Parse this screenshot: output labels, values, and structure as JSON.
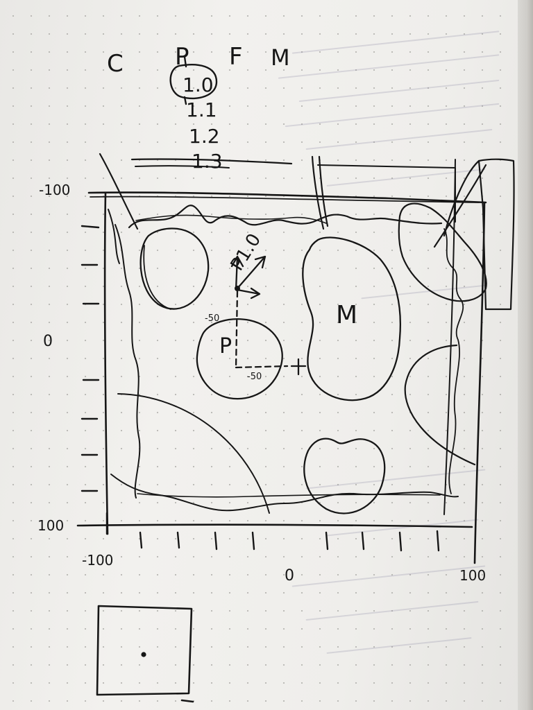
{
  "header_labels": [
    "C",
    "P",
    "F",
    "M"
  ],
  "version_list": [
    "1.0",
    "1.1",
    "1.2",
    "1.3"
  ],
  "axis": {
    "y_top": "-100",
    "y_mid": "0",
    "y_bottom": "100",
    "x_left": "-100",
    "x_mid": "0",
    "x_right": "100"
  },
  "marker": {
    "pointer_label": "P1.0",
    "inner_letter": "P",
    "coord_y": "-50",
    "coord_x": "-50"
  },
  "region_label": "M"
}
